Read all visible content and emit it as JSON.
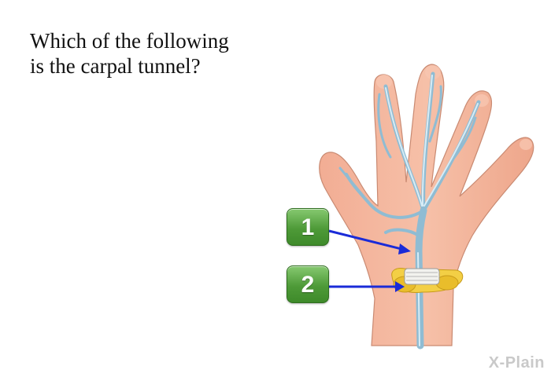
{
  "question": {
    "line1": "Which of the following",
    "line2": "is the carpal tunnel?"
  },
  "choices": [
    {
      "label": "1"
    },
    {
      "label": "2"
    }
  ],
  "brand": {
    "logo_text": "X-Plain"
  },
  "colors": {
    "skin": "#f3b49a",
    "nerve": "#9cc5da",
    "bone": "#f3d14a",
    "button_green": "#4e9a38",
    "arrow_blue": "#1a2bd8"
  }
}
